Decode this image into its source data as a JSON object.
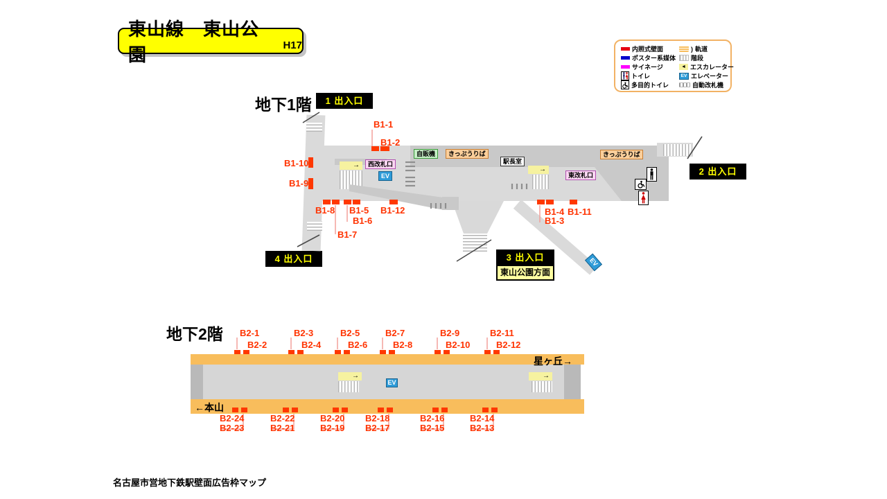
{
  "title": {
    "text": "東山線　東山公園",
    "code": "H17"
  },
  "legend": {
    "track_curve": ")",
    "left": [
      {
        "icon": "red-bar",
        "label": "内照式壁面"
      },
      {
        "icon": "blue-bar",
        "label": "ポスター系媒体"
      },
      {
        "icon": "magenta-bar",
        "label": "サイネージ"
      },
      {
        "icon": "toilet",
        "label": "トイレ"
      },
      {
        "icon": "accessible-toilet",
        "label": "多目的トイレ"
      }
    ],
    "right": [
      {
        "icon": "track",
        "label": "軌道"
      },
      {
        "icon": "stairs",
        "label": "階段"
      },
      {
        "icon": "escalator",
        "label": "エスカレーター"
      },
      {
        "icon": "elevator",
        "label": "エレベーター",
        "ev_text": "EV"
      },
      {
        "icon": "ticket-gate",
        "label": "自動改札機"
      }
    ]
  },
  "icons": {
    "arrow_right": "→",
    "arrow_left": "◄"
  },
  "b1": {
    "heading": "地下1階",
    "entrances": {
      "e1": "1 出入口",
      "e2": "2 出入口",
      "e3": "3 出入口",
      "e4": "4 出入口"
    },
    "park_direction": "東山公園方面",
    "facilities": {
      "vending": "自販機",
      "ticket_west": "きっぷうりば",
      "office": "駅長室",
      "west_gate": "西改札口",
      "east_gate": "東改札口",
      "ticket_east": "きっぷうりば",
      "ev_west": "EV",
      "ev_entrance3": "EV"
    },
    "ads": [
      "B1-1",
      "B1-2",
      "B1-10",
      "B1-9",
      "B1-8",
      "B1-5",
      "B1-12",
      "B1-6",
      "B1-7",
      "B1-4",
      "B1-11",
      "B1-3"
    ]
  },
  "b2": {
    "heading": "地下2階",
    "direction_right": "星ヶ丘→",
    "direction_left": "←本山",
    "ev": "EV",
    "ads_top": [
      "B2-1",
      "B2-2",
      "B2-3",
      "B2-4",
      "B2-5",
      "B2-6",
      "B2-7",
      "B2-8",
      "B2-9",
      "B2-10",
      "B2-11",
      "B2-12"
    ],
    "ads_bottom": [
      "B2-24",
      "B2-23",
      "B2-22",
      "B2-21",
      "B2-20",
      "B2-19",
      "B2-18",
      "B2-17",
      "B2-16",
      "B2-15",
      "B2-14",
      "B2-13"
    ]
  },
  "footer": {
    "text": "名古屋市営地下鉄駅壁面広告枠マップ"
  },
  "colors": {
    "ad_mark": "#ff3800",
    "ad_label": "#ff3300",
    "track_orange": "#f8bd5c",
    "ev_blue": "#2e9bd8",
    "legend_red": "#e60012",
    "legend_blue": "#0000cc",
    "legend_magenta": "#ff00ff",
    "title_yellow": "#ffff00",
    "entrance_text": "#ffff00"
  }
}
